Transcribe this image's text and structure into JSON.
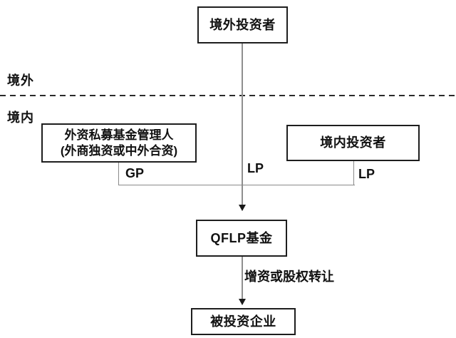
{
  "regions": {
    "overseas": "境外",
    "domestic": "境内"
  },
  "nodes": {
    "overseas_investor": "境外投资者",
    "manager_line1": "外资私募基金管理人",
    "manager_line2": "(外商独资或中外合资)",
    "domestic_investor": "境内投资者",
    "qflp_fund": "QFLP基金",
    "investee": "被投资企业"
  },
  "edge_labels": {
    "gp": "GP",
    "lp_overseas": "LP",
    "lp_domestic": "LP",
    "investment_method": "增资或股权转让"
  },
  "colors": {
    "background": "#ffffff",
    "box_border": "#1e1e1e",
    "text": "#111111",
    "connector_line": "#8f8f8f",
    "divider_dash": "#2b2b2b",
    "arrow": "#1a1a1a"
  }
}
